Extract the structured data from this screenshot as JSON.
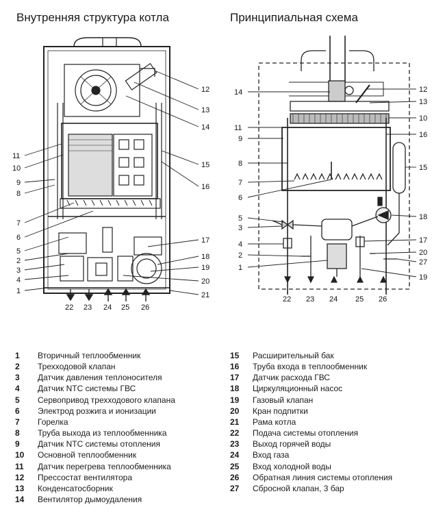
{
  "titles": {
    "left": "Внутренняя структура котла",
    "right": "Принципиальная схема"
  },
  "left_callouts": {
    "1": "1",
    "2": "2",
    "3": "3",
    "4": "4",
    "5": "5",
    "6": "6",
    "7": "7",
    "8": "8",
    "9": "9",
    "10": "10",
    "11": "11",
    "12": "12",
    "13": "13",
    "14": "14",
    "15": "15",
    "16": "16",
    "17": "17",
    "18": "18",
    "19": "19",
    "20": "20",
    "21": "21",
    "22": "22",
    "23": "23",
    "24": "24",
    "25": "25",
    "26": "26"
  },
  "right_callouts": {
    "1": "1",
    "2": "2",
    "3": "3",
    "4": "4",
    "5": "5",
    "6": "6",
    "7": "7",
    "8": "8",
    "9": "9",
    "10": "10",
    "11": "11",
    "12": "12",
    "13": "13",
    "14": "14",
    "15": "15",
    "16": "16",
    "17": "17",
    "18": "18",
    "19": "19",
    "20": "20",
    "22": "22",
    "23": "23",
    "24": "24",
    "25": "25",
    "26": "26",
    "27": "27"
  },
  "legend": [
    {
      "num": "1",
      "text": "Вторичный теплообменник"
    },
    {
      "num": "2",
      "text": "Трехходовой клапан"
    },
    {
      "num": "3",
      "text": "Датчик давления теплоносителя"
    },
    {
      "num": "4",
      "text": "Датчик NTC системы ГВС"
    },
    {
      "num": "5",
      "text": "Сервопривод трехходового клапана"
    },
    {
      "num": "6",
      "text": "Электрод розжига и ионизации"
    },
    {
      "num": "7",
      "text": "Горелка"
    },
    {
      "num": "8",
      "text": "Труба выхода из теплообменника"
    },
    {
      "num": "9",
      "text": "Датчик NTC системы отопления"
    },
    {
      "num": "10",
      "text": "Основной теплообменник"
    },
    {
      "num": "11",
      "text": "Датчик перегрева теплообменника"
    },
    {
      "num": "12",
      "text": "Прессостат вентилятора"
    },
    {
      "num": "13",
      "text": "Конденсатосборник"
    },
    {
      "num": "14",
      "text": "Вентилятор дымоудаления"
    },
    {
      "num": "15",
      "text": "Расширительный бак"
    },
    {
      "num": "16",
      "text": "Труба входа в теплообменник"
    },
    {
      "num": "17",
      "text": "Датчик расхода ГВС"
    },
    {
      "num": "18",
      "text": "Циркуляционный насос"
    },
    {
      "num": "19",
      "text": "Газовый клапан"
    },
    {
      "num": "20",
      "text": "Кран подпитки"
    },
    {
      "num": "21",
      "text": "Рама котла"
    },
    {
      "num": "22",
      "text": "Подача системы отопления"
    },
    {
      "num": "23",
      "text": "Выход горячей воды"
    },
    {
      "num": "24",
      "text": "Вход газа"
    },
    {
      "num": "25",
      "text": "Вход холодной воды"
    },
    {
      "num": "26",
      "text": "Обратная линия системы отопления"
    },
    {
      "num": "27",
      "text": "Сбросной клапан, 3 бар"
    }
  ]
}
